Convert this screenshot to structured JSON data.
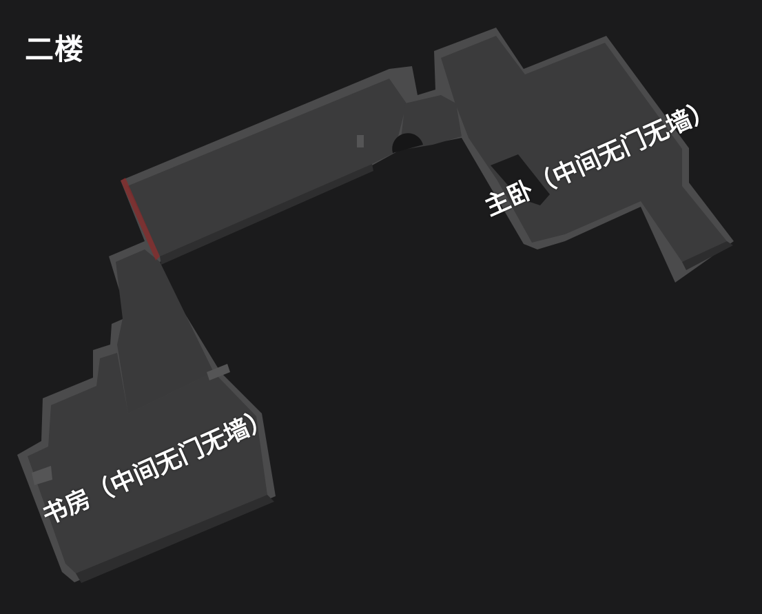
{
  "floor": {
    "title": "二楼"
  },
  "rooms": [
    {
      "id": "study",
      "label": "书房（中间无门无墙）"
    },
    {
      "id": "master-bedroom",
      "label": "主卧（中间无门无墙）"
    }
  ],
  "colors": {
    "background": "#1b1b1c",
    "floor": "#3c3c3d",
    "wall_top": "#505051",
    "wall_side": "#2c2c2d",
    "accent_wall": "#8a2a2a",
    "label_text": "#ffffff"
  }
}
